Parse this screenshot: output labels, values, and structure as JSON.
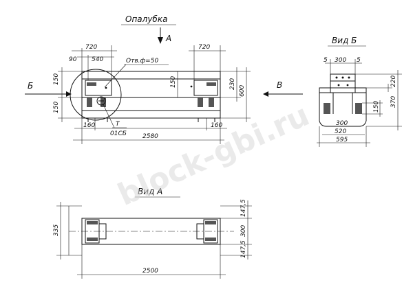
{
  "titles": {
    "formwork": "Опалубка",
    "view_a": "Вид А",
    "view_b": "Вид Б"
  },
  "markers": {
    "a": "А",
    "b_left": "Б",
    "v_right": "В"
  },
  "notes": {
    "hole": "Отв.ф=50",
    "t_mark": "Т",
    "part_code": "01СБ"
  },
  "dims_main": {
    "top_left_720": "720",
    "top_right_720": "720",
    "d90": "90",
    "d540": "540",
    "d150_upper": "150",
    "d150_lower": "150",
    "d150_right": "150",
    "d230": "230",
    "d600": "600",
    "d160_left": "160",
    "d160_right": "160",
    "total_length": "2580"
  },
  "dims_view_b": {
    "d5_left": "5",
    "d300_top": "300",
    "d5_right": "5",
    "d220": "220",
    "d370": "370",
    "d150": "150",
    "d300_bottom": "300",
    "d520": "520",
    "d595": "595"
  },
  "dims_view_a": {
    "d335": "335",
    "d147_5_top": "147,5",
    "d300": "300",
    "d147_5_bottom": "147,5",
    "total_length": "2500"
  },
  "watermark": "block-gbi.ru"
}
